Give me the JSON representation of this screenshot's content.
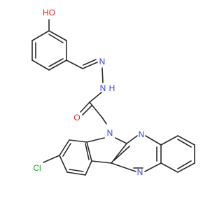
{
  "colors": {
    "bond": "#2b2b2b",
    "oxygen": "#e8261f",
    "nitrogen": "#2f3fe6",
    "chlorine": "#21a821"
  },
  "labels": {
    "hydroxyl": "HO",
    "imine_n": "N",
    "amide_n": "N",
    "amide_h": "H",
    "carbonyl_o": "O",
    "indole_n": "N",
    "pyrazine_n_top": "N",
    "pyrazine_n_bottom": "N",
    "chloro": "Cl"
  }
}
